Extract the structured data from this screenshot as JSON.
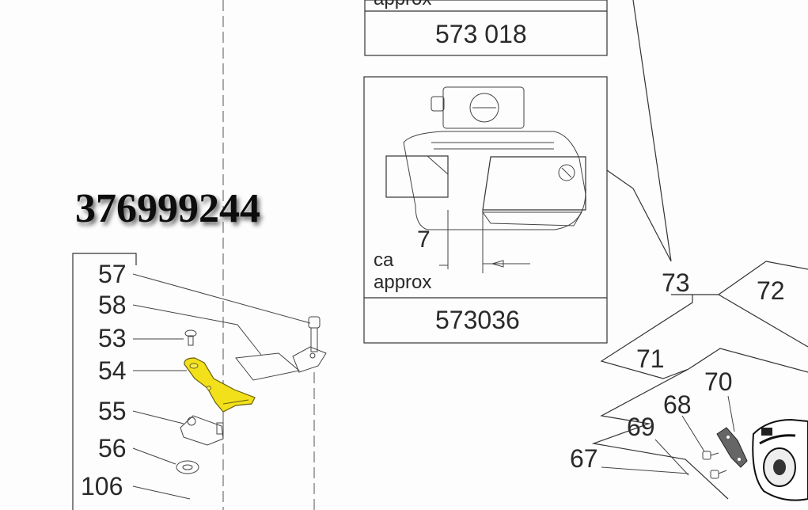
{
  "heading": {
    "part_number": "376999244"
  },
  "top_box": {
    "approx_label": "approx",
    "part_number": "573 018"
  },
  "middle_box": {
    "dimension": "7",
    "ca_label": "ca",
    "approx_label": "approx",
    "part_number": "573036"
  },
  "left_callouts": [
    "57",
    "58",
    "53",
    "54",
    "55",
    "56",
    "106"
  ],
  "right_callouts": [
    "73",
    "72",
    "71",
    "70",
    "68",
    "69",
    "67"
  ],
  "colors": {
    "highlight": "#f2e01a",
    "line": "#333333",
    "background": "#fdfdfd"
  }
}
